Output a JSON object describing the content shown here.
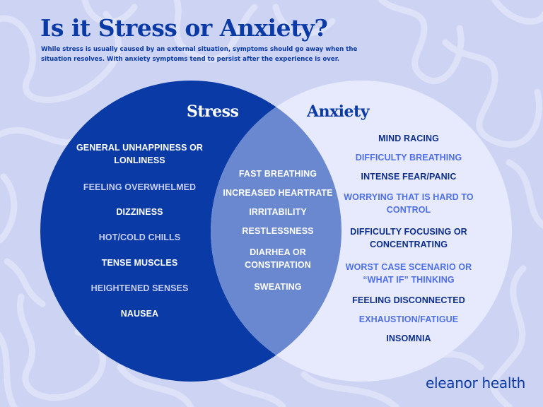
{
  "header": {
    "title": "Is it Stress or Anxiety?",
    "subtitle": "While stress is usually caused by an external situation, symptoms should go away when the situation resolves. With anxiety symptoms tend to persist after the experience is over."
  },
  "colors": {
    "background": "#cdd3f2",
    "pattern_stroke": "#dfe3f8",
    "stress_circle": "#0a3aa6",
    "anxiety_circle": "#e6eafc",
    "overlap": "#6a88cf",
    "text_white": "#ffffff",
    "text_lavender": "#c9cff3",
    "text_dark_blue": "#0d2f8a",
    "text_light_blue": "#4f6fe8"
  },
  "venn": {
    "stress": {
      "label": "Stress",
      "items": [
        {
          "lines": [
            "GENERAL UNHAPPINESS OR",
            "LONLINESS"
          ],
          "color": "#ffffff"
        },
        {
          "lines": [
            "FEELING OVERWHELMED"
          ],
          "color": "#c9cff3"
        },
        {
          "lines": [
            "DIZZINESS"
          ],
          "color": "#ffffff"
        },
        {
          "lines": [
            "HOT/COLD CHILLS"
          ],
          "color": "#c9cff3"
        },
        {
          "lines": [
            "TENSE MUSCLES"
          ],
          "color": "#ffffff"
        },
        {
          "lines": [
            "HEIGHTENED SENSES"
          ],
          "color": "#c9cff3"
        },
        {
          "lines": [
            "NAUSEA"
          ],
          "color": "#ffffff"
        }
      ]
    },
    "overlap": {
      "items": [
        {
          "lines": [
            "FAST BREATHING"
          ],
          "color": "#ffffff"
        },
        {
          "lines": [
            "INCREASED HEARTRATE"
          ],
          "color": "#ffffff"
        },
        {
          "lines": [
            "IRRITABILITY"
          ],
          "color": "#ffffff"
        },
        {
          "lines": [
            "RESTLESSNESS"
          ],
          "color": "#ffffff"
        },
        {
          "lines": [
            "DIARHEA OR",
            "CONSTIPATION"
          ],
          "color": "#ffffff"
        },
        {
          "lines": [
            "SWEATING"
          ],
          "color": "#ffffff"
        }
      ]
    },
    "anxiety": {
      "label": "Anxiety",
      "items": [
        {
          "lines": [
            "MIND RACING"
          ],
          "color": "#0d2f8a"
        },
        {
          "lines": [
            "DIFFICULTY BREATHING"
          ],
          "color": "#4f6fe8"
        },
        {
          "lines": [
            "INTENSE FEAR/PANIC"
          ],
          "color": "#0d2f8a"
        },
        {
          "lines": [
            "WORRYING THAT IS HARD TO",
            "CONTROL"
          ],
          "color": "#4f6fe8"
        },
        {
          "lines": [
            "DIFFICULTY FOCUSING OR",
            "CONCENTRATING"
          ],
          "color": "#0d2f8a"
        },
        {
          "lines": [
            "WORST CASE SCENARIO OR",
            "“WHAT IF” THINKING"
          ],
          "color": "#4f6fe8"
        },
        {
          "lines": [
            "FEELING DISCONNECTED"
          ],
          "color": "#0d2f8a"
        },
        {
          "lines": [
            "EXHAUSTION/FATIGUE"
          ],
          "color": "#4f6fe8"
        },
        {
          "lines": [
            "INSOMNIA"
          ],
          "color": "#0d2f8a"
        }
      ]
    }
  },
  "footer": {
    "brand": "eleanor health"
  }
}
